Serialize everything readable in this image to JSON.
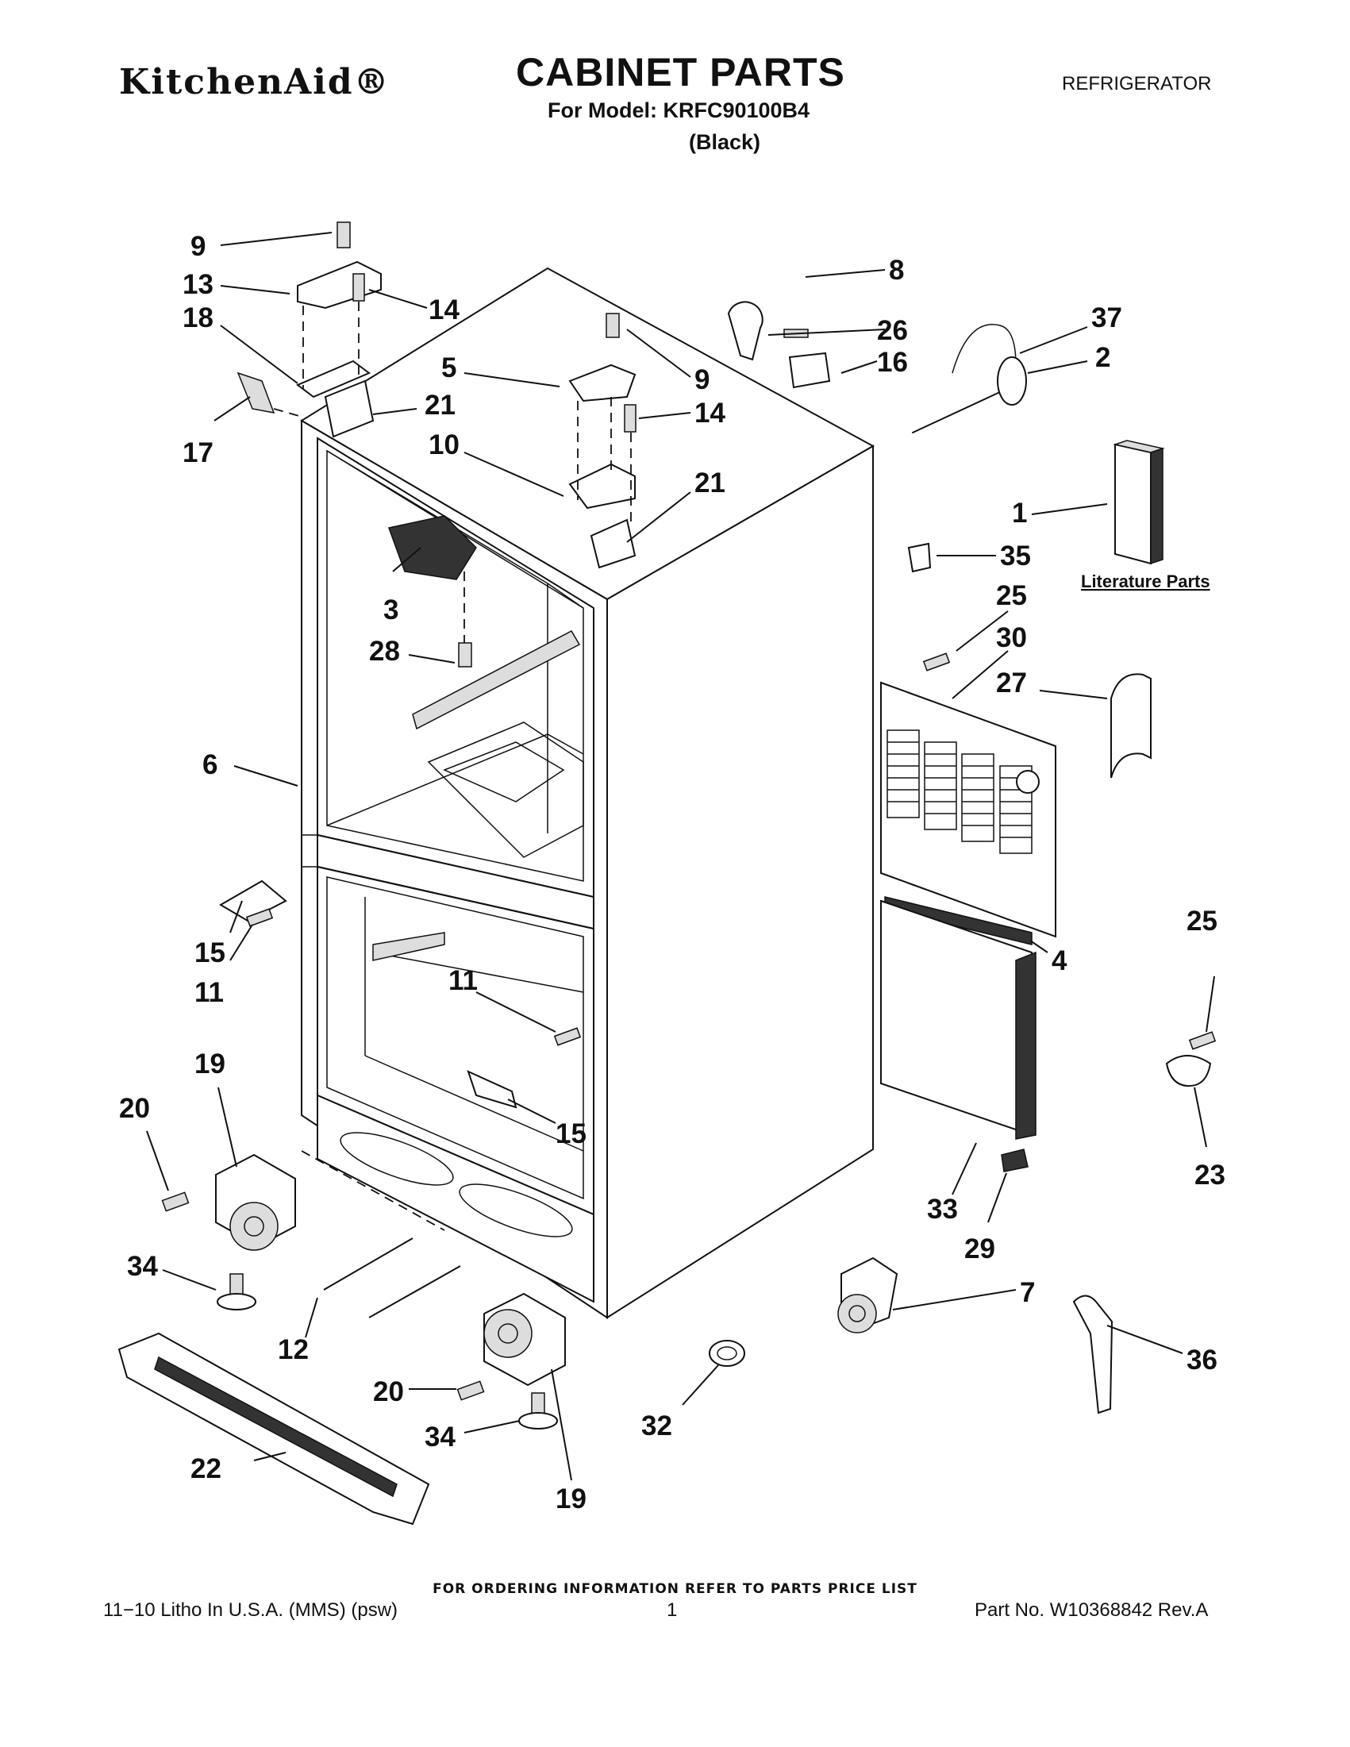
{
  "header": {
    "brand": "KitchenAid®",
    "title": "CABINET PARTS",
    "model_line": "For Model: KRFC90100B4",
    "color_line": "(Black)",
    "category": "REFRIGERATOR"
  },
  "diagram": {
    "literature_label": "Literature Parts",
    "callouts": [
      "9",
      "13",
      "18",
      "14",
      "17",
      "21",
      "5",
      "9",
      "14",
      "10",
      "21",
      "8",
      "26",
      "16",
      "37",
      "2",
      "1",
      "35",
      "25",
      "30",
      "27",
      "3",
      "28",
      "6",
      "15",
      "11",
      "11",
      "15",
      "19",
      "20",
      "34",
      "12",
      "20",
      "34",
      "19",
      "22",
      "32",
      "33",
      "29",
      "7",
      "36",
      "4",
      "25",
      "23"
    ]
  },
  "footer": {
    "ordering_note": "FOR ORDERING INFORMATION REFER TO PARTS PRICE LIST",
    "litho": "11−10 Litho In U.S.A. (MMS) (psw)",
    "page_number": "1",
    "part_number": "Part No. W10368842 Rev.A"
  }
}
